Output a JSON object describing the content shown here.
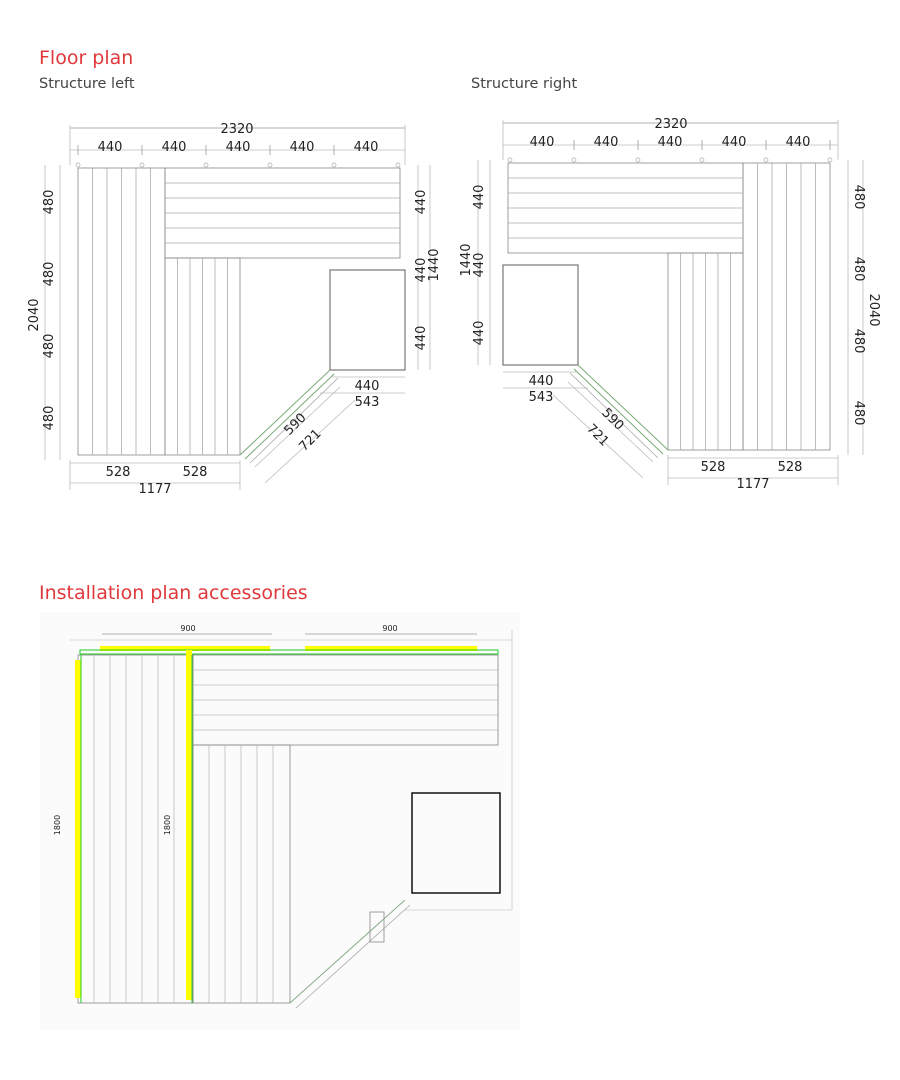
{
  "floor_plan": {
    "title": "Floor plan",
    "left": {
      "subtitle": "Structure left",
      "dims": {
        "total_width": "2320",
        "top_segments": [
          "440",
          "440",
          "440",
          "440",
          "440"
        ],
        "left_segments": [
          "480",
          "480",
          "480",
          "480"
        ],
        "total_depth": "2040",
        "right_segments": [
          "440",
          "440",
          "440"
        ],
        "right_total": "1440",
        "glass_width": "440",
        "glass_outer": "543",
        "bottom_segments": [
          "528",
          "528"
        ],
        "bottom_total": "1177",
        "door": "590",
        "door_outer": "721"
      }
    },
    "right": {
      "subtitle": "Structure right",
      "dims": {
        "total_width": "2320",
        "top_segments": [
          "440",
          "440",
          "440",
          "440",
          "440"
        ],
        "right_segments": [
          "480",
          "480",
          "480",
          "480"
        ],
        "total_depth": "2040",
        "left_segments": [
          "440",
          "440",
          "440"
        ],
        "left_total": "1440",
        "glass_width": "440",
        "glass_outer": "543",
        "bottom_segments": [
          "528",
          "528"
        ],
        "bottom_total": "1177",
        "door": "590",
        "door_outer": "721"
      }
    }
  },
  "installation": {
    "title": "Installation plan accessories",
    "dims": {
      "top_left": "900",
      "top_right": "900",
      "left_height": "1800",
      "middle_height": "1800"
    },
    "colors": {
      "heater_strip": "#ffff00",
      "outline": "#22cc22"
    }
  }
}
